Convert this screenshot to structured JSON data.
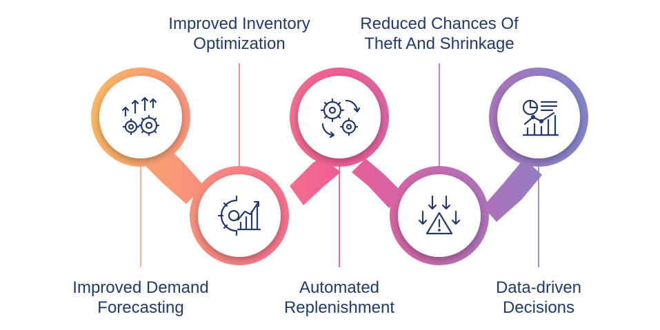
{
  "colors": {
    "text": "#1f3a6b",
    "icon": "#23386b",
    "gradient": [
      "#f9b863",
      "#f67f86",
      "#ee5d95",
      "#b56fb6",
      "#7d86cc"
    ]
  },
  "steps": [
    {
      "id": "s1",
      "lines": [
        "Improved Demand",
        "Forecasting"
      ],
      "icon": "arrows-gears-icon"
    },
    {
      "id": "s2",
      "lines": [
        "Improved Inventory",
        "Optimization"
      ],
      "icon": "gear-chart-icon"
    },
    {
      "id": "s3",
      "lines": [
        "Automated",
        "Replenishment"
      ],
      "icon": "cycle-gears-icon"
    },
    {
      "id": "s4",
      "lines": [
        "Reduced Chances Of",
        "Theft And Shrinkage"
      ],
      "icon": "warning-arrows-icon"
    },
    {
      "id": "s5",
      "lines": [
        "Data-driven",
        "Decisions"
      ],
      "icon": "data-dashboard-icon"
    }
  ]
}
